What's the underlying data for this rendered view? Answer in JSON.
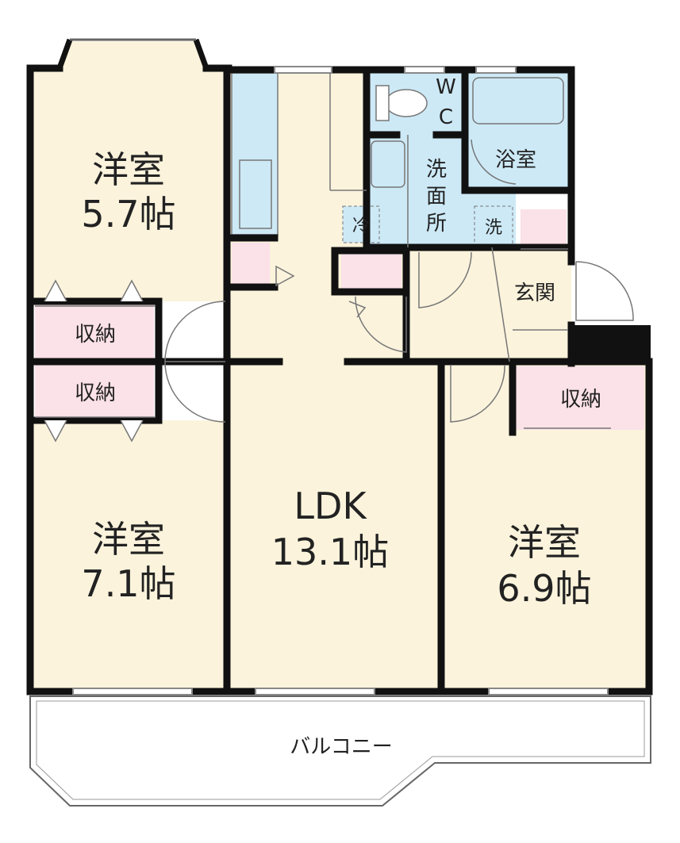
{
  "rooms": {
    "western_room_1": {
      "name": "洋室",
      "size": "5.7帖"
    },
    "western_room_2": {
      "name": "洋室",
      "size": "7.1帖"
    },
    "western_room_3": {
      "name": "洋室",
      "size": "6.9帖"
    },
    "ldk": {
      "name": "LDK",
      "size": "13.1帖"
    },
    "storage_1": "収納",
    "storage_2": "収納",
    "storage_3": "収納",
    "wc_w": "W",
    "wc_c": "C",
    "bathroom": "浴室",
    "washroom_1": "洗",
    "washroom_2": "面",
    "washroom_3": "所",
    "fridge": "冷",
    "washer": "洗",
    "entrance": "玄関",
    "balcony": "バルコニー"
  },
  "colors": {
    "room_floor": "#fbf3dc",
    "wet_area": "#cde9f6",
    "storage": "#fbe1e8",
    "wall": "#111111",
    "outline": "#666666"
  }
}
